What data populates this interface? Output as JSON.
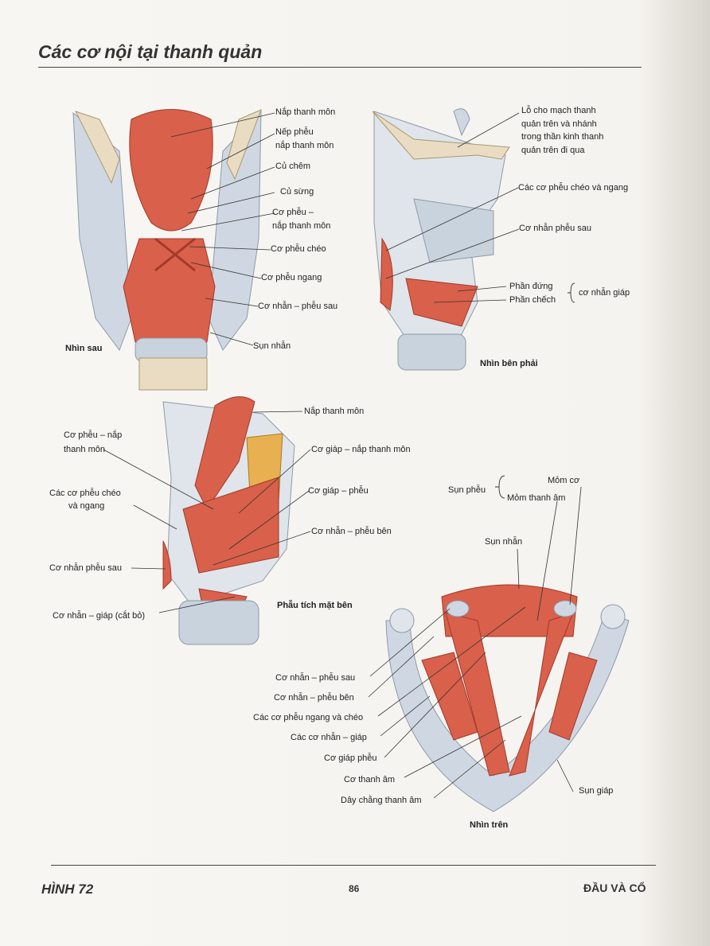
{
  "title": "Các cơ nội tại thanh quản",
  "figure1": {
    "caption": "Nhìn sau",
    "labels": [
      "Nắp thanh môn",
      "Nếp phễu",
      "nắp thanh môn",
      "Củ chêm",
      "Củ sừng",
      "Cơ phễu –",
      "nắp thanh môn",
      "Cơ phễu chéo",
      "Cơ phễu ngang",
      "Cơ nhẫn – phễu sau",
      "Sụn nhẫn"
    ]
  },
  "figure2": {
    "caption": "Nhìn bên phải",
    "labels": [
      "Lỗ cho mạch thanh",
      "quản trên và nhánh",
      "trong thần kinh thanh",
      "quản trên đi qua",
      "Các cơ phễu chéo và ngang",
      "Cơ nhẫn phễu sau",
      "Phần đứng",
      "Phần chếch",
      "cơ nhẫn giáp"
    ]
  },
  "figure3": {
    "caption": "Phẫu tích mặt bên",
    "labels": [
      "Nắp thanh môn",
      "Cơ phễu – nắp",
      "thanh môn",
      "Cơ giáp – nắp thanh môn",
      "Các cơ phễu chéo",
      "và ngang",
      "Cơ giáp – phễu",
      "Cơ nhẫn – phễu bên",
      "Cơ nhẫn phễu sau",
      "Cơ nhẫn – giáp (cắt bỏ)"
    ]
  },
  "figure4": {
    "caption": "Nhìn trên",
    "labels": [
      "Sụn phễu",
      "Mỏm cơ",
      "Mỏm thanh âm",
      "Sụn nhẫn",
      "Cơ nhẫn – phễu sau",
      "Cơ nhẫn – phễu bên",
      "Các cơ phễu ngang và chéo",
      "Các cơ nhẫn – giáp",
      "Cơ giáp phễu",
      "Cơ thanh âm",
      "Dây chằng thanh âm",
      "Sụn giáp"
    ]
  },
  "footer": {
    "figure_no": "HÌNH 72",
    "page": "86",
    "section": "ĐẦU VÀ CỔ"
  },
  "colors": {
    "muscle": "#d9604a",
    "muscle_dark": "#b8402f",
    "cartilage": "#c9d3dd",
    "cartilage_dark": "#8e9aa8",
    "bone": "#e9dcc2"
  }
}
